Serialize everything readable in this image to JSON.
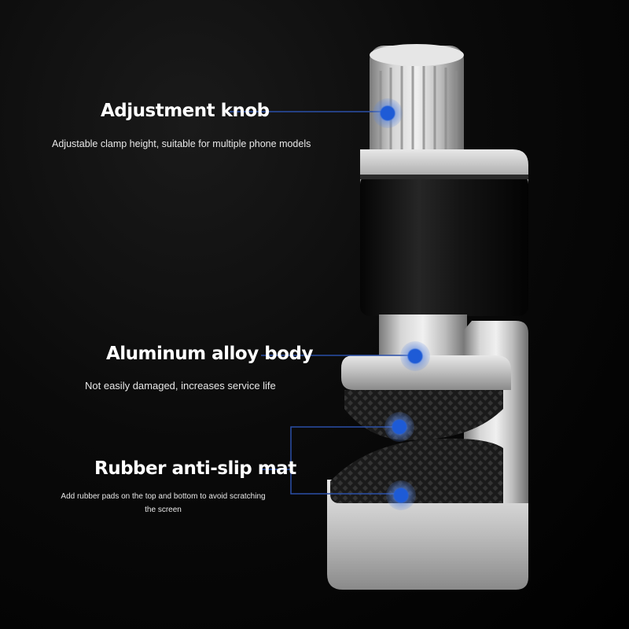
{
  "callouts": {
    "knob": {
      "title": "Adjustment knob",
      "description": "Adjustable clamp height, suitable for multiple phone models"
    },
    "body": {
      "title": "Aluminum alloy body",
      "description": "Not easily damaged, increases service life"
    },
    "mat": {
      "title": "Rubber anti-slip mat",
      "description": "Add rubber pads on the top and bottom to avoid scratching the screen"
    }
  },
  "colors": {
    "background": "#000000",
    "accent": "#1e5bd6",
    "callout_line": "#2a4fa8",
    "metal": "#b8b8b8",
    "sleeve": "#0d0d0d"
  }
}
